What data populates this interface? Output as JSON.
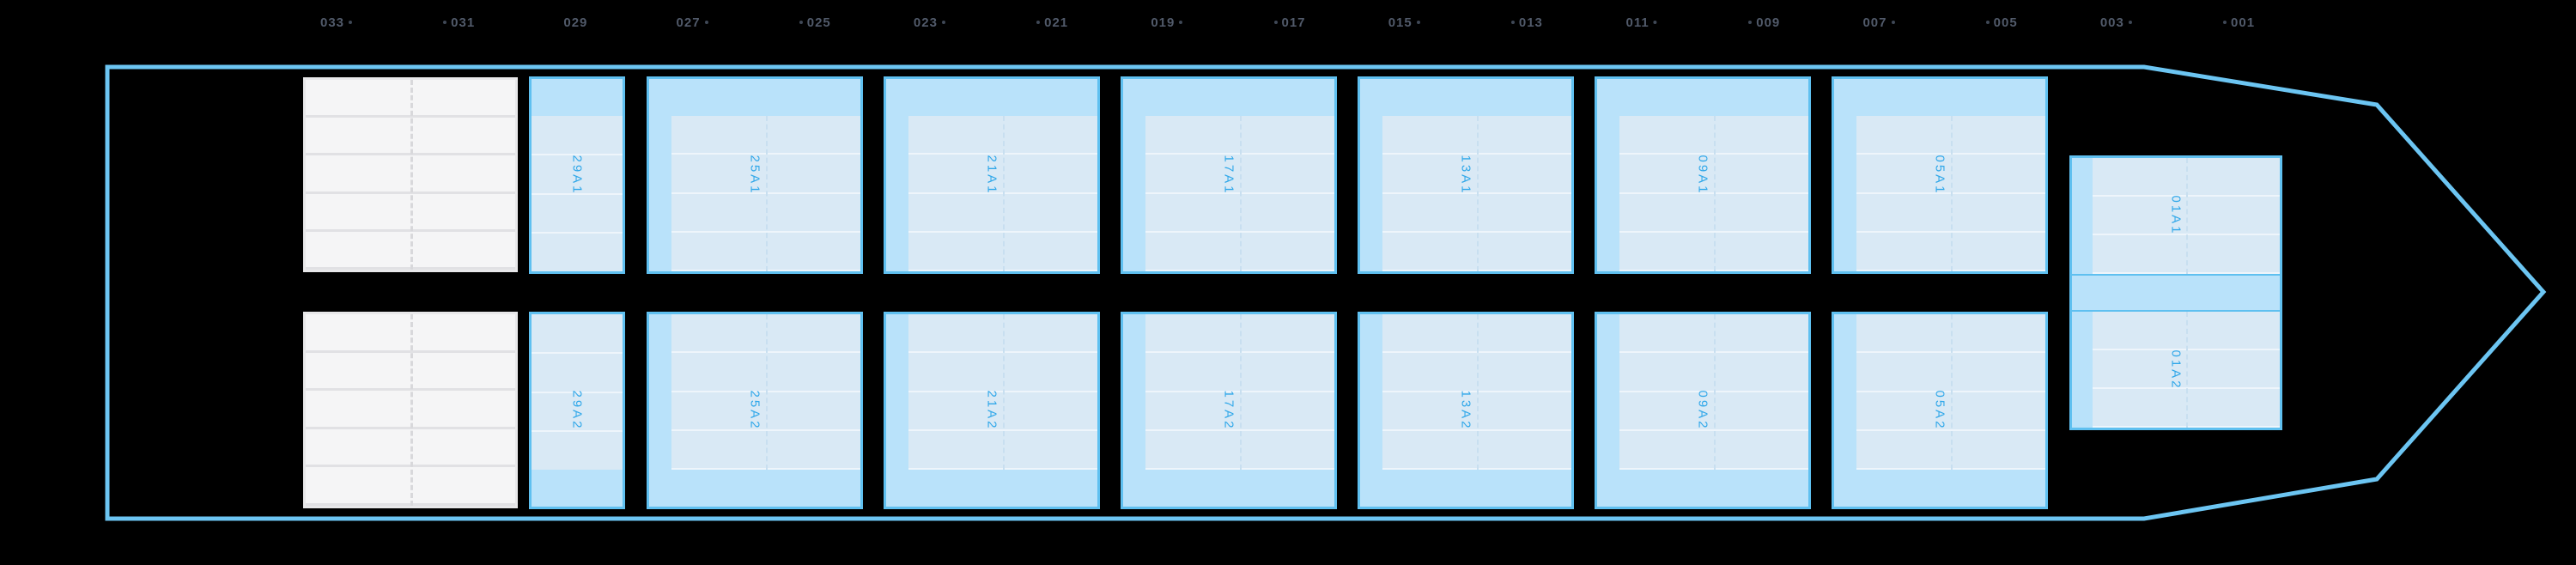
{
  "colors": {
    "background": "#000000",
    "hull_outline": "#6cc5f2",
    "section_border": "#5fc0f0",
    "section_fill_dark": "#b9e2fa",
    "section_fill_light": "#d9e9f5",
    "section_label": "#2fa7e9",
    "ruler_text": "#515a6a",
    "grid_fill": "#f5f5f6"
  },
  "ruler": {
    "bays": [
      {
        "label": "033",
        "tick": "after"
      },
      {
        "label": "031",
        "tick": "before"
      },
      {
        "label": "029",
        "tick": "none"
      },
      {
        "label": "027",
        "tick": "after"
      },
      {
        "label": "025",
        "tick": "before"
      },
      {
        "label": "023",
        "tick": "after"
      },
      {
        "label": "021",
        "tick": "before"
      },
      {
        "label": "019",
        "tick": "after"
      },
      {
        "label": "017",
        "tick": "before"
      },
      {
        "label": "015",
        "tick": "after"
      },
      {
        "label": "013",
        "tick": "before"
      },
      {
        "label": "011",
        "tick": "after"
      },
      {
        "label": "009",
        "tick": "before"
      },
      {
        "label": "007",
        "tick": "after"
      },
      {
        "label": "005",
        "tick": "before"
      },
      {
        "label": "003",
        "tick": "after"
      },
      {
        "label": "001",
        "tick": "before"
      }
    ]
  },
  "deck": {
    "top_sections": [
      {
        "label": "29A1"
      },
      {
        "label": "25A1"
      },
      {
        "label": "21A1"
      },
      {
        "label": "17A1"
      },
      {
        "label": "13A1"
      },
      {
        "label": "09A1"
      },
      {
        "label": "05A1"
      }
    ],
    "bottom_sections": [
      {
        "label": "29A2"
      },
      {
        "label": "25A2"
      },
      {
        "label": "21A2"
      },
      {
        "label": "17A2"
      },
      {
        "label": "13A2"
      },
      {
        "label": "09A2"
      },
      {
        "label": "05A2"
      }
    ],
    "bow_sections": [
      {
        "label": "01A1"
      },
      {
        "label": "01A2"
      }
    ]
  }
}
